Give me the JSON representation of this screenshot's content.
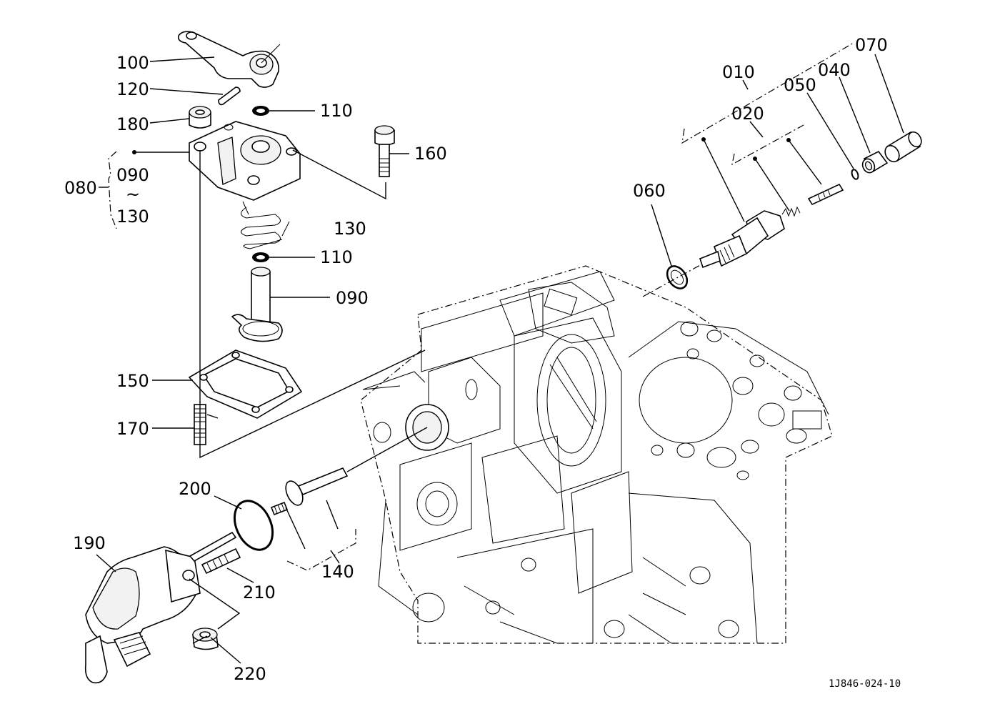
{
  "diagram": {
    "drawing_code": "1J846-024-10",
    "labels": {
      "p100": "100",
      "p120": "120",
      "p180": "180",
      "p080": "080",
      "p090a": "090",
      "tilde": "~",
      "p130a": "130",
      "p130b": "130",
      "p110a": "110",
      "p110b": "110",
      "p160": "160",
      "p090b": "090",
      "p150": "150",
      "p170": "170",
      "p200": "200",
      "p190": "190",
      "p210": "210",
      "p220": "220",
      "p140": "140",
      "p060": "060",
      "p010": "010",
      "p020": "020",
      "p050": "050",
      "p040": "040",
      "p070": "070"
    }
  }
}
